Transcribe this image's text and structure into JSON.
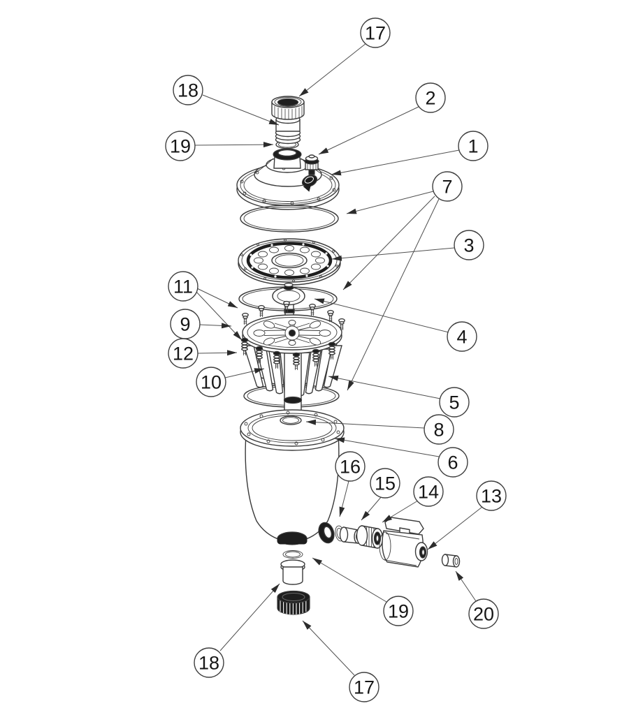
{
  "colors": {
    "background": "#ffffff",
    "line": "#3a3a3a",
    "dark_fill": "#1e1e1e",
    "leader": "#4f4f4f",
    "balloon_fill": "#ffffff",
    "balloon_stroke": "#3f3f3f",
    "number_color": "#161616"
  },
  "callouts": [
    {
      "label": "17"
    },
    {
      "label": "18"
    },
    {
      "label": "19"
    },
    {
      "label": "2"
    },
    {
      "label": "1"
    },
    {
      "label": "7"
    },
    {
      "label": "3"
    },
    {
      "label": "11"
    },
    {
      "label": "9"
    },
    {
      "label": "12"
    },
    {
      "label": "4"
    },
    {
      "label": "10"
    },
    {
      "label": "5"
    },
    {
      "label": "8"
    },
    {
      "label": "6"
    },
    {
      "label": "16"
    },
    {
      "label": "15"
    },
    {
      "label": "14"
    },
    {
      "label": "13"
    },
    {
      "label": "19"
    },
    {
      "label": "20"
    },
    {
      "label": "18"
    },
    {
      "label": "17"
    }
  ]
}
